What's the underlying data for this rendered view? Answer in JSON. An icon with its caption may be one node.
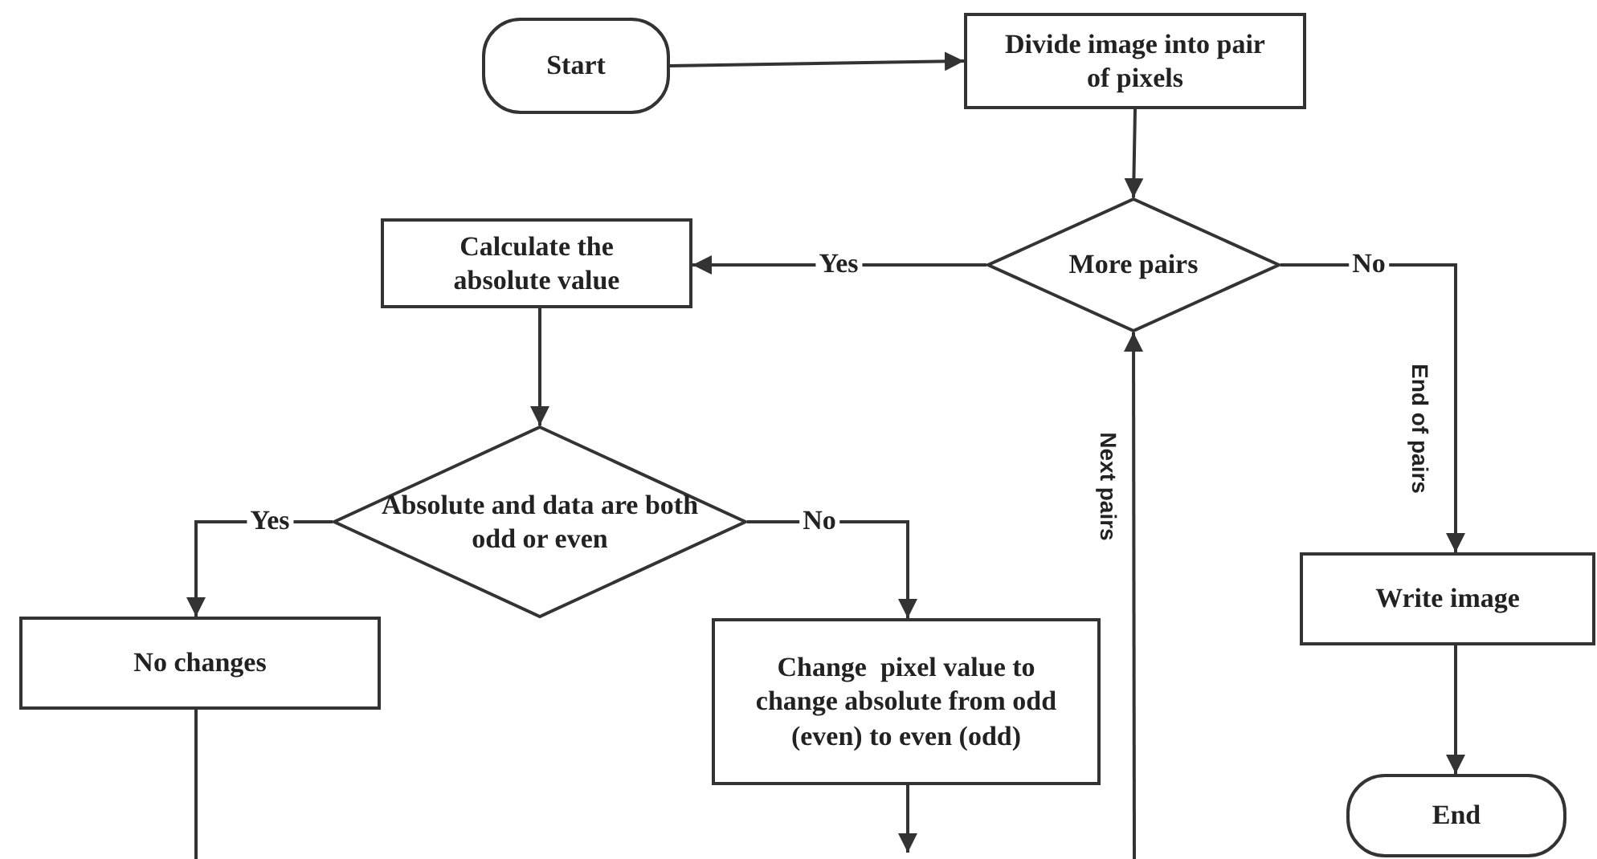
{
  "diagram": {
    "nodes": [
      {
        "text": [
          "Start"
        ]
      },
      {
        "text": [
          "Divide image into pair of pixels"
        ]
      },
      {
        "text": [
          "More pairs"
        ]
      },
      {
        "text": [
          "Calculate the absolute value"
        ]
      },
      {
        "text": [
          "Absolute and data are both  odd or even"
        ]
      },
      {
        "text": [
          "No changes"
        ]
      },
      {
        "text": [
          "Change  pixel value to change absolute from odd (even) to even (odd)"
        ]
      },
      {
        "text": [
          "Write image"
        ]
      },
      {
        "text": [
          "End"
        ]
      }
    ],
    "edges": [
      {
        "from": 0,
        "to": 1,
        "arrow": "to"
      },
      {
        "from": 1,
        "to": 2,
        "arrow": "to"
      },
      {
        "from": 2,
        "to": 3,
        "arrow": "to",
        "label": "Yes"
      },
      {
        "from": 2,
        "to": 7,
        "arrow": "to",
        "label": "No"
      },
      {
        "from": 3,
        "to": 4,
        "arrow": "to"
      },
      {
        "from": 4,
        "to": 5,
        "arrow": "to",
        "label": "Yes"
      },
      {
        "from": 4,
        "to": 6,
        "arrow": "to",
        "label": "No"
      },
      {
        "from": 7,
        "to": 8,
        "arrow": "to"
      },
      {
        "from": 5,
        "to": null,
        "arrow": "none"
      },
      {
        "from": 6,
        "to": null,
        "arrow": "to"
      },
      {
        "from": null,
        "to": 2,
        "arrow": "to",
        "label": "Next pairs"
      }
    ],
    "labels": [
      "End of pairs"
    ]
  }
}
